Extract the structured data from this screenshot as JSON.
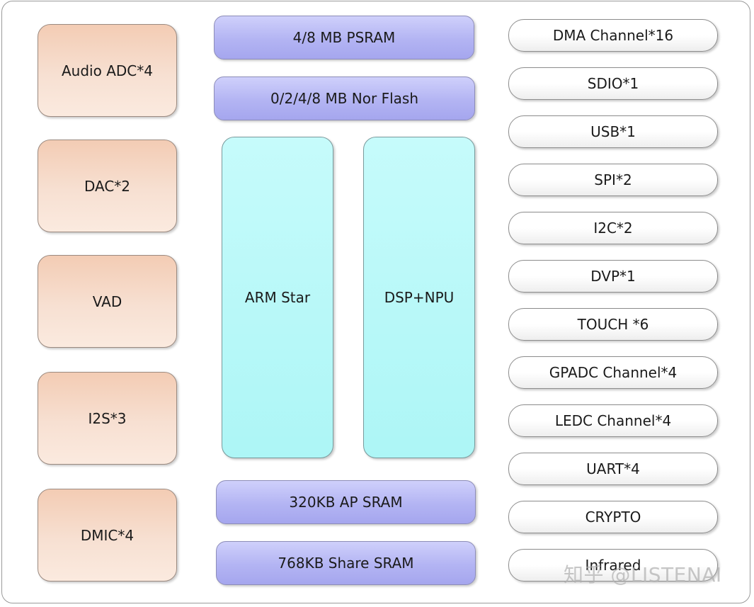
{
  "left_blocks": [
    "Audio ADC*4",
    "DAC*2",
    "VAD",
    "I2S*3",
    "DMIC*4"
  ],
  "center_top": [
    "4/8 MB PSRAM",
    "0/2/4/8 MB Nor Flash"
  ],
  "cores": [
    "ARM Star",
    "DSP+NPU"
  ],
  "center_bottom": [
    "320KB AP SRAM",
    "768KB Share SRAM"
  ],
  "right_blocks": [
    "DMA Channel*16",
    "SDIO*1",
    "USB*1",
    "SPI*2",
    "I2C*2",
    "DVP*1",
    "TOUCH *6",
    "GPADC Channel*4",
    "LEDC Channel*4",
    "UART*4",
    "CRYPTO",
    "Infrared"
  ],
  "watermark": "知乎 @LISTENAI",
  "colors": {
    "peach": "#f7e0d2",
    "purple": "#b3b4f3",
    "cyan": "#adf6f6",
    "white": "#ffffff"
  }
}
